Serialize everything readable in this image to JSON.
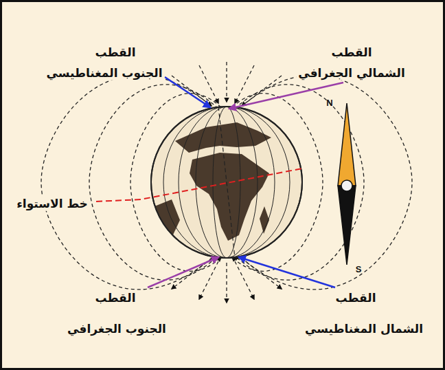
{
  "diagram": {
    "labels": [
      "القطب",
      "الجنوب المغناطيسي",
      "القطب",
      "الشمالي الجغرافي",
      "خط الاستواء",
      "القطب",
      "الجنوب الجغرافي",
      "القطب",
      "الشمال المغناطيسي",
      "N",
      "S"
    ]
  }
}
